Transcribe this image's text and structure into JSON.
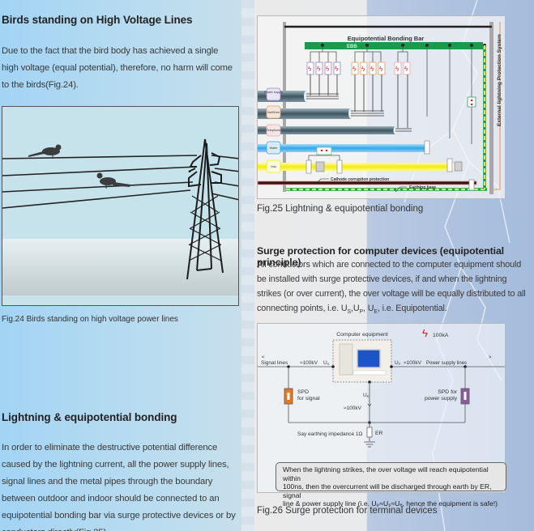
{
  "colors": {
    "left_panel": "#b3daf2",
    "right_panel": "#ebebeb",
    "sky_blue": "#a8bedc",
    "ebb_green": "#1a9b4b",
    "earthing_yellow": "#e6ef1e",
    "lightning_red": "#e3141c",
    "spd_orange": "#e87722",
    "spd_purple": "#8c5aa0"
  },
  "section_birds": {
    "title": "Birds standing on High Voltage Lines",
    "body": "Due to the fact that the bird body has achieved a single high voltage (equal potential), therefore, no harm will come to the birds(Fig.24).",
    "caption": "Fig.24  Birds standing on high voltage power lines"
  },
  "section_bonding": {
    "title": "Lightning & equipotential bonding",
    "body": "In order to eliminate the destructive potential difference caused by the lightning current, all the power supply lines, signal lines and the metal pipes through the boundary between outdoor and indoor should be connected to an equipotential bonding bar via surge protective devices or by conductors directly(Fig.25)."
  },
  "fig25": {
    "bar_title": "Equipotential Bonding Bar",
    "ebb_label": "EBB",
    "side_label": "External lightning Protection System",
    "inputs": [
      "Power supply",
      "NetWork",
      "Telephone",
      "Water",
      "Gas"
    ],
    "cathode_label": "Cathode corruption protection",
    "earthing_label": "Earthing base",
    "caption": "Fig.25  Lightning & equipotential bonding"
  },
  "section_surge": {
    "title": "Surge protection for computer devices (equipotential principle)",
    "body_pre": "All conductors which are connected to the computer equipment should be installed with surge protective devices, if and when the lightning strikes (or over current), the over voltage will be equally distributed to all connecting points, i.e. U",
    "sub_s": "S",
    "sep1": ",U",
    "sub_p": "P",
    "sep2": ", U",
    "sub_e": "E",
    "body_post": ", i.e. Equipotential."
  },
  "fig26": {
    "computer_label": "Computer equipment",
    "strike_current": "100kA",
    "signal_lines": "Signal lines",
    "power_lines": "Power supply lines",
    "voltage_signal": "≈100kV",
    "voltage_power": "≈100kV",
    "voltage_earth": "≈100kV",
    "us_label": "U",
    "us_sub": "S",
    "up_label": "U",
    "up_sub": "P",
    "ue_label": "U",
    "ue_sub": "E",
    "spd_signal_1": "SPD",
    "spd_signal_2": "for signal",
    "spd_power_1": "SPD for",
    "spd_power_2": "power supply",
    "impedance_label": "Say earthing impedance 1Ω",
    "er_label": "ER",
    "arrow_left": "<",
    "arrow_right": ">",
    "note_line1": "When the lightning strikes, the over voltage will reach equipotential within",
    "note_line2": "100ns, then the overcurrent will be discharged through earth by ER, signal",
    "note_line3": "line & power supply line (i.e. Uₚ≈Uₛ≈Uₑ, hence the equipment is safe!)",
    "caption": "Fig.26 Surge protection for terminal devices"
  }
}
